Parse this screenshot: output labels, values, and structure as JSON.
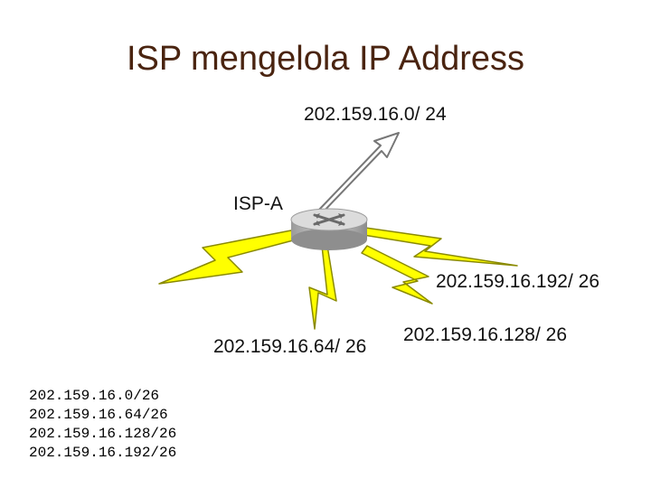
{
  "title": "ISP mengelola IP Address",
  "router": {
    "label": "ISP-A",
    "icon": "router-icon"
  },
  "upstream": {
    "label": "202.159.16.0/ 24"
  },
  "links": [
    {
      "label": "202.159.16.64/ 26"
    },
    {
      "label": "202.159.16.128/ 26"
    },
    {
      "label": "202.159.16.192/ 26"
    }
  ],
  "subnet_list": [
    "202.159.16.0/26",
    "202.159.16.64/26",
    "202.159.16.128/26",
    "202.159.16.192/26"
  ],
  "colors": {
    "title": "#4a2410",
    "bolt": "#ffff00",
    "bolt_outline": "#8a8a00",
    "router_body": "#c8c8c8"
  }
}
